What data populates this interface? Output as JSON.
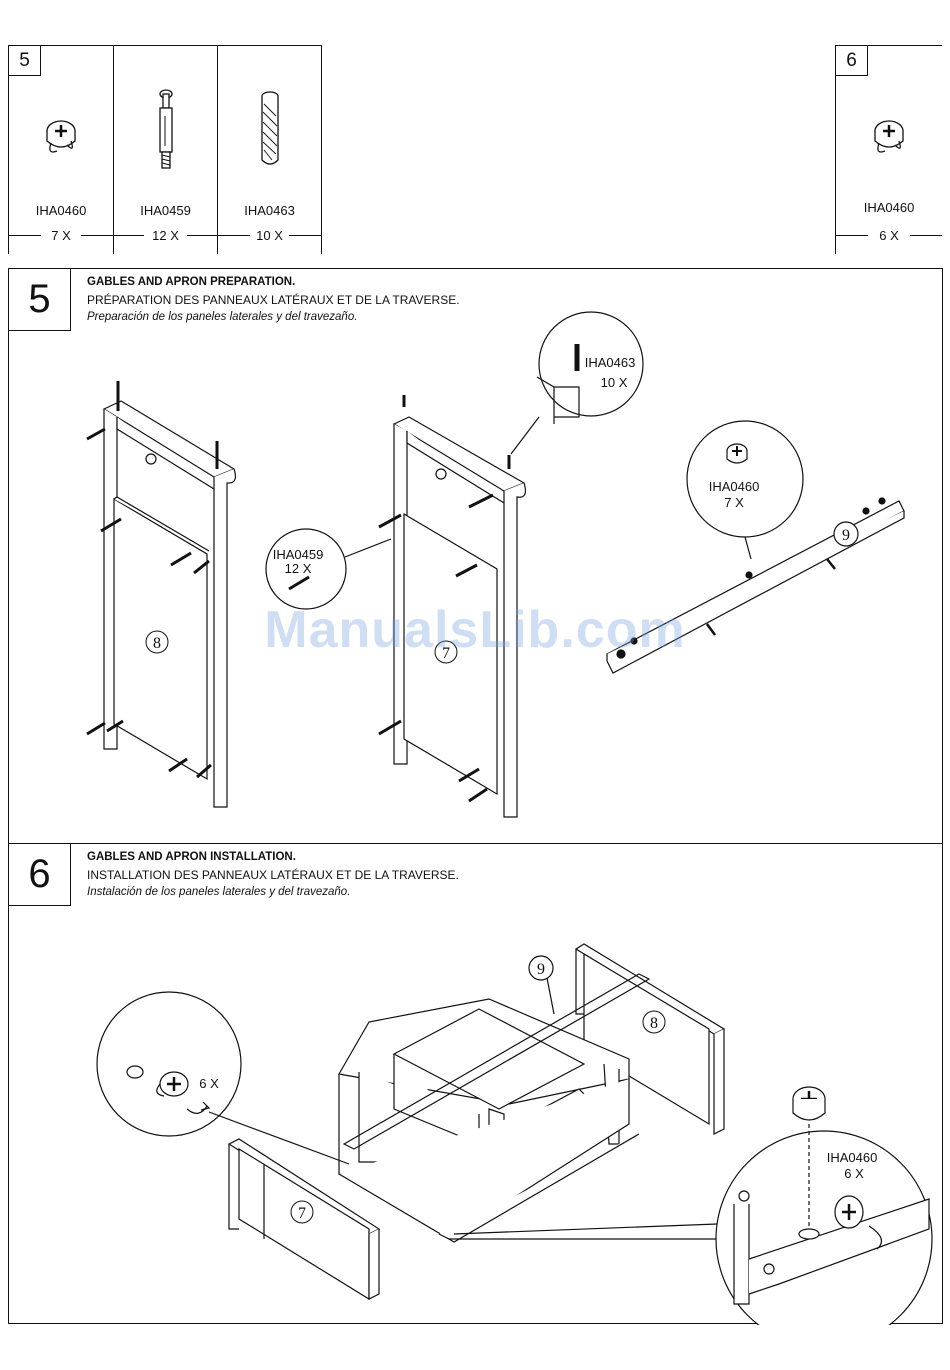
{
  "hardware_panel_5": {
    "step_number": "5",
    "items": [
      {
        "code": "IHA0460",
        "qty": "7 X",
        "icon": "cam-lock-icon"
      },
      {
        "code": "IHA0459",
        "qty": "12 X",
        "icon": "cam-bolt-icon"
      },
      {
        "code": "IHA0463",
        "qty": "10 X",
        "icon": "wood-dowel-icon"
      }
    ]
  },
  "hardware_panel_6": {
    "step_number": "6",
    "items": [
      {
        "code": "IHA0460",
        "qty": "6 X",
        "icon": "cam-lock-icon"
      }
    ]
  },
  "step5": {
    "number": "5",
    "title_en": "GABLES AND APRON PREPARATION.",
    "title_fr": "PRÉPARATION DES PANNEAUX LATÉRAUX ET DE LA TRAVERSE.",
    "title_es": "Preparación de los paneles laterales y del travezaño.",
    "callouts": [
      {
        "code": "IHA0463",
        "qty": "10 X"
      },
      {
        "code": "IHA0460",
        "qty": "7 X"
      },
      {
        "code": "IHA0459",
        "qty": "12 X"
      }
    ],
    "part_labels": [
      "8",
      "7",
      "9"
    ]
  },
  "step6": {
    "number": "6",
    "title_en": "GABLES AND APRON INSTALLATION.",
    "title_fr": "INSTALLATION DES PANNEAUX LATÉRAUX ET DE LA TRAVERSE.",
    "title_es": "Instalación de los paneles laterales y del travezaño.",
    "callout_left_qty": "6 X",
    "callout_right": {
      "code": "IHA0460",
      "qty": "6 X"
    },
    "part_labels": [
      "9",
      "8",
      "7"
    ]
  },
  "watermark": "ManualsLib.com"
}
